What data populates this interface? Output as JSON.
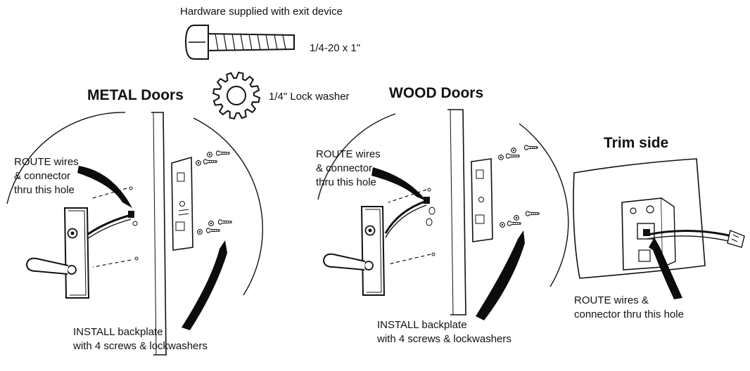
{
  "hardware": {
    "title": "Hardware supplied with exit device",
    "screw_label": "1/4-20 x 1\"",
    "washer_label": "1/4\" Lock washer"
  },
  "metal": {
    "heading": "METAL Doors",
    "route_lines": [
      "ROUTE wires",
      "& connector",
      "thru this hole"
    ],
    "install_lines": [
      "INSTALL backplate",
      "with 4 screws & lockwashers"
    ]
  },
  "wood": {
    "heading": "WOOD Doors",
    "route_lines": [
      "ROUTE wires",
      "& connector",
      "thru this hole"
    ],
    "install_lines": [
      "INSTALL backplate",
      "with 4 screws & lockwashers"
    ]
  },
  "trim": {
    "heading": "Trim side",
    "route_lines": [
      "ROUTE wires &",
      "connector thru this hole"
    ]
  },
  "colors": {
    "ink": "#111111",
    "paper": "#ffffff",
    "arrow": "#0c0c0c"
  }
}
